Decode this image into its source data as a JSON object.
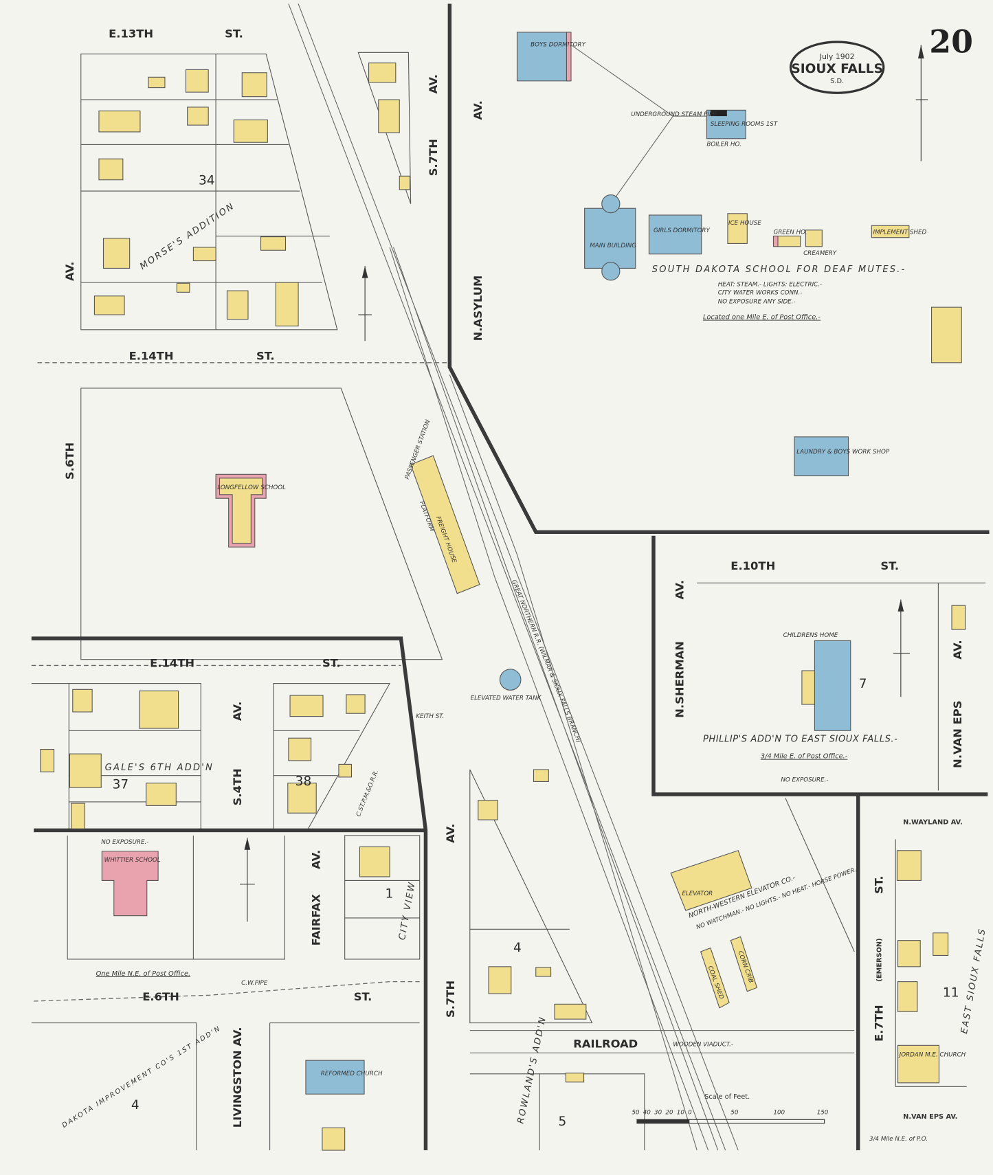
{
  "title_block": {
    "date": "July 1902",
    "city": "SIOUX FALLS",
    "state": "S.D."
  },
  "sheet_number": "20",
  "colors": {
    "frame": "#f1df8e",
    "brick": "#e9a3ae",
    "stone_fireproof": "#8fbdd6",
    "paper": "#f4f4ee"
  },
  "streets": {
    "e13": "E.13TH",
    "st1": "ST.",
    "e14a": "E.14TH",
    "st2": "ST.",
    "e14b": "E.14TH",
    "st3": "ST.",
    "s6": "S.6TH",
    "av1": "AV.",
    "s7a": "S.7TH",
    "av2": "AV.",
    "asylum": "N.ASYLUM",
    "av3": "AV.",
    "s4": "S.4TH",
    "av4": "AV.",
    "fairfax": "FAIRFAX",
    "av5": "AV.",
    "e6": "E.6TH",
    "st4": "ST.",
    "livingston": "LIVINGSTON AV.",
    "s7b": "S.7TH",
    "av6": "AV.",
    "keith": "KEITH ST.",
    "railroad": "RAILROAD",
    "e10": "E.10TH",
    "st5": "ST.",
    "sherman": "N.SHERMAN",
    "av7": "AV.",
    "vaneps": "N.VAN EPS",
    "av8": "AV.",
    "e7": "E.7TH",
    "st6": "ST.",
    "emerson": "(EMERSON)",
    "wayland": "N.WAYLAND AV.",
    "vaneps2": "N.VAN EPS AV."
  },
  "additions": {
    "morses": "MORSE'S ADDITION",
    "gales": "GALE'S 6TH ADD'N",
    "city_view": "CITY VIEW",
    "rowlands": "ROWLAND'S ADD'N",
    "dakota": "DAKOTA IMPROVEMENT CO'S 1ST ADD'N",
    "east_sioux": "EAST SIOUX FALLS",
    "phillips": "PHILLIP'S ADD'N TO EAST SIOUX FALLS.-",
    "railroad_line": "GREAT NORTHERN R.R. (WILMAR & SIOUX FALLS BRANCH)",
    "cstpmo": "C.ST.P.M.&O.R.R."
  },
  "blocks": [
    "34",
    "37",
    "38",
    "1",
    "4",
    "7",
    "4",
    "5",
    "11"
  ],
  "buildings": {
    "boys_dorm": "BOYS DORMITORY",
    "boiler": "BOILER HO.",
    "sleeping": "SLEEPING ROOMS 1ST",
    "main": "MAIN BUILDING",
    "girls": "GIRLS DORMITORY",
    "ice": "ICE HOUSE",
    "green": "GREEN HO.",
    "creamery": "CREAMERY",
    "implement": "IMPLEMENT SHED",
    "laundry": "LAUNDRY & BOYS WORK SHOP",
    "steam_pipe": "UNDERGROUND STEAM PIPE",
    "longfellow": "LONGFELLOW SCHOOL",
    "whittier": "WHITTIER SCHOOL",
    "passenger": "PASSENGER STATION",
    "freight": "FREIGHT HOUSE",
    "platform": "PLATFORM",
    "water_tank": "ELEVATED WATER TANK",
    "childrens": "CHILDRENS HOME",
    "elevator": "ELEVATOR",
    "nw_elevator": "NORTH-WESTERN ELEVATOR CO.-",
    "nw_notes": "NO WATCHMAN.- NO LIGHTS.- NO HEAT.- HORSE POWER.-",
    "coal": "COAL SHED",
    "corn": "CORN CRIB",
    "church": "REFORMED CHURCH",
    "jordan": "JORDAN M.E. CHURCH"
  },
  "notes": {
    "school": "SOUTH DAKOTA SCHOOL FOR DEAF MUTES.-",
    "school_heat": "HEAT: STEAM.- LIGHTS: ELECTRIC.-",
    "school_water": "CITY WATER WORKS CONN.-",
    "school_exp": "NO EXPOSURE ANY SIDE.-",
    "located": "Located one Mile E. of Post Office.-",
    "three_quarter": "3/4 Mile E. of Post Office.-",
    "no_exposure": "NO EXPOSURE.-",
    "one_mile": "One Mile N.E. of Post Office.",
    "wooden_viaduct": "WOODEN VIADUCT.-",
    "ne_po": "3/4 Mile N.E. of P.O.",
    "cw_pipe": "C.W.PIPE"
  },
  "scale": {
    "label": "Scale of Feet.",
    "ticks": [
      "50",
      "40",
      "30",
      "20",
      "10",
      "0",
      "50",
      "100",
      "150"
    ]
  }
}
